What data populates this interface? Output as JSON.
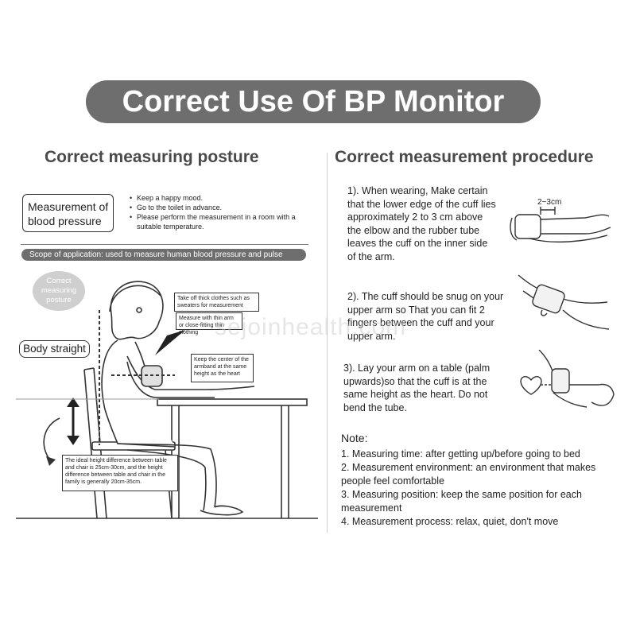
{
  "banner": {
    "title": "Correct Use Of BP Monitor"
  },
  "left": {
    "title": "Correct measuring posture",
    "measurement_label": "Measurement of blood pressure",
    "tips": [
      "Keep a happy mood.",
      "Go to the toilet in advance.",
      "Please perform the measurement in a room with a suitable temperature."
    ],
    "scope": "Scope of application: used to measure human blood pressure and pulse",
    "bubble": "Correct measuring posture",
    "body_straight": "Body straight",
    "callouts": {
      "clothes": "Take off thick clothes such as sweaters for measurement",
      "close_fitting": "Measure with thin arm or close-fitting thin clothing",
      "center": "Keep the center of the armband at the same height as the heart",
      "height": "The ideal height difference between table and chair is 25cm-30cm, and the height difference between table and chair in the family is generally 20cm-35cm."
    }
  },
  "right": {
    "title": "Correct measurement procedure",
    "steps": [
      "1). When wearing,  Make certain that the lower edge of the cuff lies approximately 2 to 3 cm above the elbow and the rubber tube leaves the cuff on the inner side of the arm.",
      "2). The cuff should be snug on your upper arm so That you can fit 2 fingers between the cuff and your upper arm.",
      "3). Lay your arm on a table (palm upwards)so that the cuff is at the same height as the heart. Do not bend the tube."
    ],
    "step1_dim": "2~3cm",
    "note_title": "Note:",
    "notes": [
      "1. Measuring time: after getting up/before going to bed",
      "2. Measurement environment: an environment that makes people feel comfortable",
      "3. Measuring position: keep the same position for each measurement",
      "4. Measurement process: relax, quiet, don't move"
    ]
  },
  "watermark": "sejoinhealth.com",
  "colors": {
    "banner_bg": "#6e6e6e",
    "title_text": "#4a4a4a",
    "bubble_bg": "#cfcfcf"
  }
}
